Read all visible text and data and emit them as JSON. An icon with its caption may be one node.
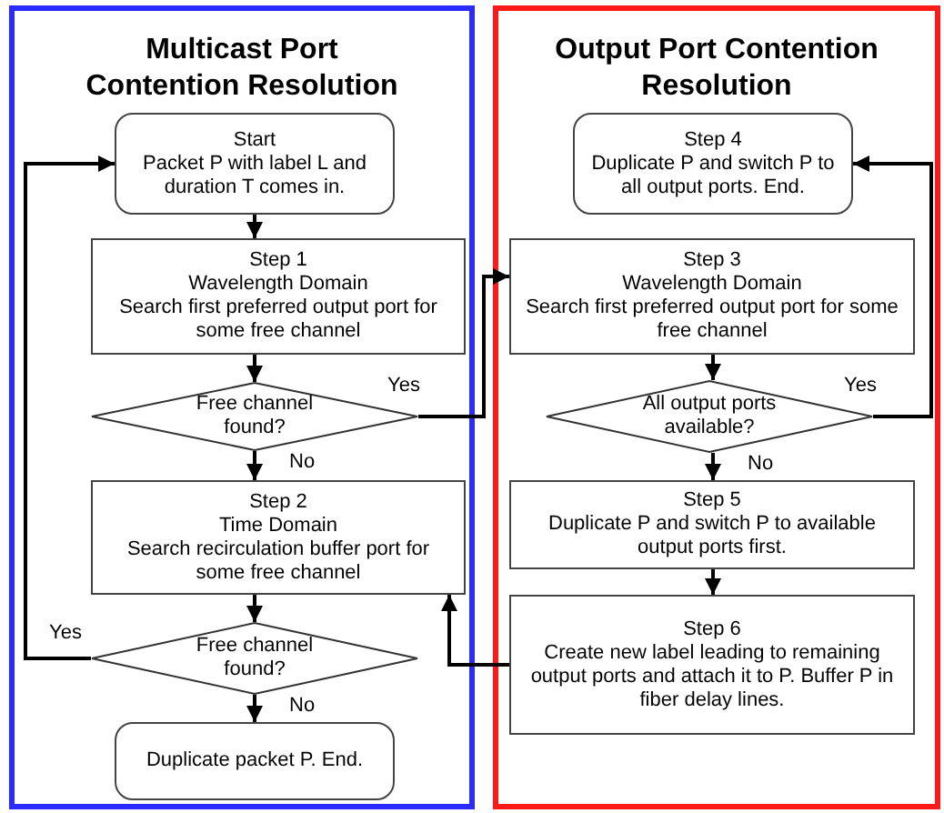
{
  "diagram": {
    "nodes": [
      {
        "text": [
          "Multicast Port Contention Resolution"
        ]
      },
      {
        "text": [
          "Start",
          "Packet P with label L and duration T comes in."
        ],
        "in": 0
      },
      {
        "text": [
          "Step 1",
          "Wavelength Domain",
          "Search first preferred output port for some free channel"
        ],
        "in": 0
      },
      {
        "text": [
          "Free channel found?"
        ],
        "in": 0
      },
      {
        "text": [
          "Step 2",
          "Time Domain",
          "Search recirculation buffer port for some free channel"
        ],
        "in": 0
      },
      {
        "text": [
          "Free channel found?"
        ],
        "in": 0
      },
      {
        "text": [
          "Duplicate packet P. End."
        ],
        "in": 0
      },
      {
        "text": [
          "Output Port Contention Resolution"
        ]
      },
      {
        "text": [
          "Step 4",
          "Duplicate P and switch P to all output ports. End."
        ],
        "in": 7
      },
      {
        "text": [
          "Step 3",
          "Wavelength Domain",
          "Search first preferred output port for some free channel"
        ],
        "in": 7
      },
      {
        "text": [
          "All output ports available?"
        ],
        "in": 7
      },
      {
        "text": [
          "Step 5",
          "Duplicate P and switch P to available output ports first."
        ],
        "in": 7
      },
      {
        "text": [
          "Step 6",
          "Create new label leading to remaining output ports and attach it to P. Buffer P in fiber delay lines."
        ],
        "in": 7
      }
    ],
    "edges": [
      {
        "from": 1,
        "to": 2,
        "arrow": "to"
      },
      {
        "from": 2,
        "to": 3,
        "arrow": "to"
      },
      {
        "from": 3,
        "to": 4,
        "arrow": "to",
        "label": "No"
      },
      {
        "from": 4,
        "to": 5,
        "arrow": "to"
      },
      {
        "from": 5,
        "to": 6,
        "arrow": "to",
        "label": "No"
      },
      {
        "from": 5,
        "to": 1,
        "arrow": "to",
        "label": "Yes"
      },
      {
        "from": 3,
        "to": 9,
        "arrow": "to",
        "label": "Yes"
      },
      {
        "from": 9,
        "to": 10,
        "arrow": "to"
      },
      {
        "from": 10,
        "to": 8,
        "arrow": "to",
        "label": "Yes"
      },
      {
        "from": 10,
        "to": 11,
        "arrow": "to",
        "label": "No"
      },
      {
        "from": 11,
        "to": 12,
        "arrow": "to"
      },
      {
        "from": 12,
        "to": 4,
        "arrow": "to"
      }
    ]
  }
}
